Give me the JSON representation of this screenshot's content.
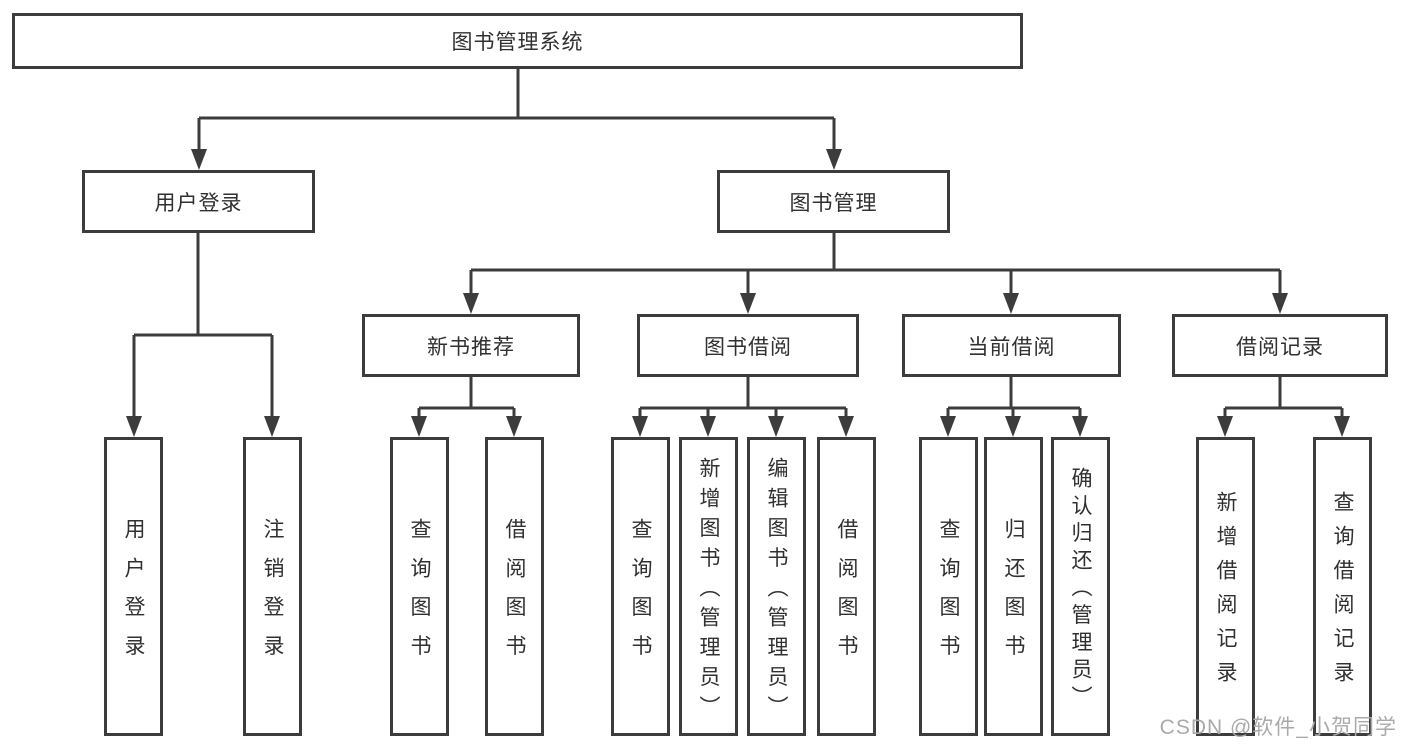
{
  "diagram": {
    "title": "图书管理系统",
    "level2": {
      "user_login": "用户登录",
      "book_mgmt": "图书管理"
    },
    "level3": {
      "new_books": "新书推荐",
      "book_borrow": "图书借阅",
      "current_borrow": "当前借阅",
      "borrow_records": "借阅记录"
    },
    "leaves": {
      "user_login_1": "用户登录",
      "user_login_2": "注销登录",
      "new_books_1": "查询图书",
      "new_books_2": "借阅图书",
      "book_borrow_1": "查询图书",
      "book_borrow_2": "新增图书（管理员）",
      "book_borrow_3": "编辑图书（管理员）",
      "book_borrow_4": "借阅图书",
      "current_borrow_1": "查询图书",
      "current_borrow_2": "归还图书",
      "current_borrow_3": "确认归还（管理员）",
      "borrow_records_1": "新增借阅记录",
      "borrow_records_2": "查询借阅记录"
    }
  },
  "watermark": "CSDN @软件_小贺同学",
  "colors": {
    "line": "#3c3c3c",
    "text": "#303030",
    "watermark": "#aaaaaa",
    "background": "#ffffff"
  }
}
